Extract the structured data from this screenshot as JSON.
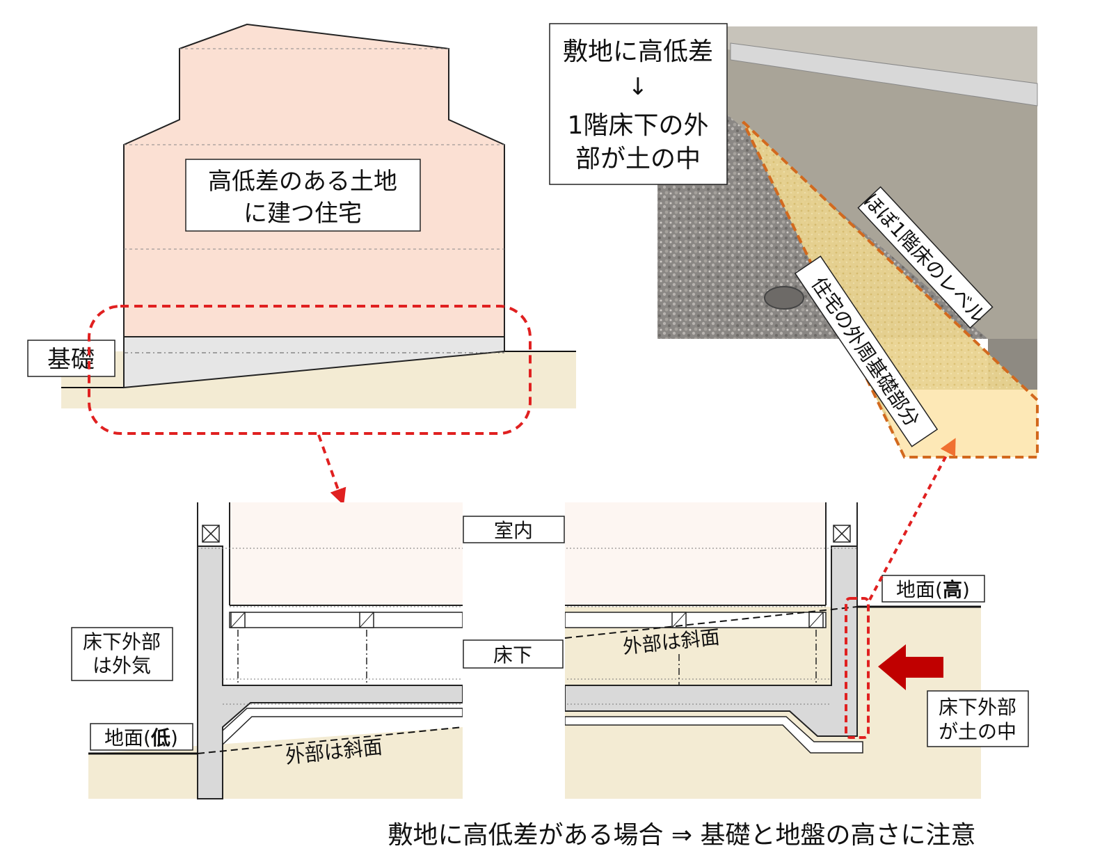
{
  "top_diagram": {
    "house_label_line1": "高低差のある土地",
    "house_label_line2": "に建つ住宅",
    "foundation_label": "基礎"
  },
  "photo": {
    "callout_line1": "敷地に高低差",
    "callout_arrow": "↓",
    "callout_line2": "1階床下の外",
    "callout_line3": "部が土の中",
    "floor_level_label": "ほぼ1階床のレベル",
    "perimeter_label": "住宅の外周基礎部分"
  },
  "section": {
    "room_label": "室内",
    "underfloor_label": "床下",
    "slope_label_upper": "外部は斜面",
    "slope_label_lower": "外部は斜面",
    "ground_high_prefix": "地面(",
    "ground_high_bold": "高",
    "ground_high_suffix": ")",
    "ground_low_prefix": "地面(",
    "ground_low_bold": "低",
    "ground_low_suffix": ")",
    "left_note_line1": "床下外部",
    "left_note_line2": "は外気",
    "right_note_line1": "床下外部",
    "right_note_line2": "が土の中"
  },
  "caption": "敷地に高低差がある場合 ⇒ 基礎と地盤の高さに注意",
  "colors": {
    "house_fill": "#fbe0d3",
    "foundation_fill": "#e6e6e6",
    "soil_fill": "#f3ebd3",
    "dashed_red": "#e02020",
    "orange_outline": "#d2691e",
    "arrow_red": "#c00000",
    "photo_wall": "#a9a498",
    "photo_gravel": "#8a8784"
  },
  "icons": [
    "down-arrow-icon",
    "left-arrow-icon",
    "dashed-arrow-icon",
    "cross-box-icon"
  ]
}
